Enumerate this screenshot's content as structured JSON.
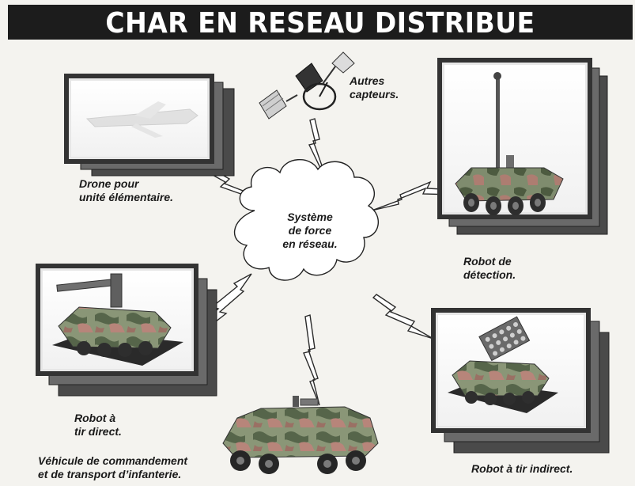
{
  "title": "CHAR EN RESEAU DISTRIBUE",
  "center": {
    "text": "Système\nde force\nen réseau."
  },
  "nodes": {
    "satellite": {
      "label": "Autres\ncapteurs.",
      "icon": "satellite-icon"
    },
    "drone": {
      "label": "Drone pour\nunité élémentaire.",
      "icon": "drone-icon"
    },
    "detection": {
      "label": "Robot de\ndétection.",
      "icon": "detection-robot-icon"
    },
    "direct": {
      "label": "Robot à\ntir direct.",
      "icon": "direct-fire-robot-icon"
    },
    "command": {
      "label": "Véhicule de commandement\net de transport d’infanterie.",
      "icon": "armored-vehicle-icon"
    },
    "indirect": {
      "label": "Robot à tir indirect.",
      "icon": "indirect-fire-robot-icon"
    }
  },
  "colors": {
    "title_bg": "#1c1c1c",
    "frame_dark": "#3a3a3a",
    "frame_mid": "#6b6b6b",
    "camo_green": "#7d8a6a",
    "camo_dark": "#4a5a3c",
    "camo_pink": "#b7857a"
  }
}
